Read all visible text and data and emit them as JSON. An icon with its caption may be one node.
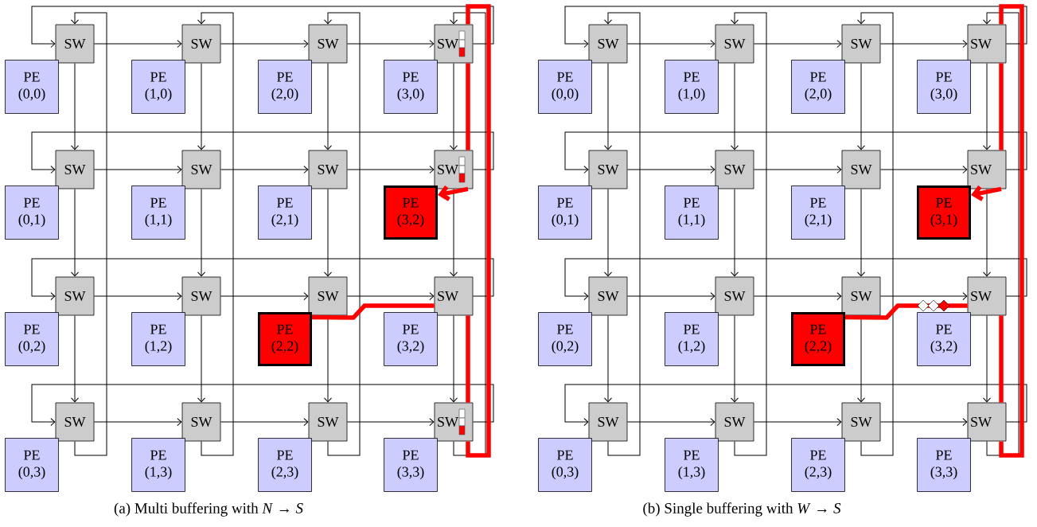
{
  "diagram": {
    "nodes": [
      {
        "text": [
          "SW"
        ]
      },
      {
        "text": [
          "SW"
        ]
      },
      {
        "text": [
          "SW"
        ]
      },
      {
        "text": [
          "SW"
        ]
      },
      {
        "text": [
          "PE (0,0)"
        ]
      },
      {
        "text": [
          "PE (1,0)"
        ]
      },
      {
        "text": [
          "PE (2,0)"
        ]
      },
      {
        "text": [
          "PE (3,0)"
        ]
      },
      {
        "text": [
          "SW"
        ]
      },
      {
        "text": [
          "SW"
        ]
      },
      {
        "text": [
          "SW"
        ]
      },
      {
        "text": [
          "SW"
        ]
      },
      {
        "text": [
          "PE (0,1)"
        ]
      },
      {
        "text": [
          "PE (1,1)"
        ]
      },
      {
        "text": [
          "PE (2,1)"
        ]
      },
      {
        "text": [
          "PE (3,2)"
        ]
      },
      {
        "text": [
          "SW"
        ]
      },
      {
        "text": [
          "SW"
        ]
      },
      {
        "text": [
          "SW"
        ]
      },
      {
        "text": [
          "SW"
        ]
      },
      {
        "text": [
          "PE (0,2)"
        ]
      },
      {
        "text": [
          "PE (1,2)"
        ]
      },
      {
        "text": [
          "PE (2,2)"
        ]
      },
      {
        "text": [
          "PE (3,2)"
        ]
      },
      {
        "text": [
          "SW"
        ]
      },
      {
        "text": [
          "SW"
        ]
      },
      {
        "text": [
          "SW"
        ]
      },
      {
        "text": [
          "SW"
        ]
      },
      {
        "text": [
          "PE (0,3)"
        ]
      },
      {
        "text": [
          "PE (1,3)"
        ]
      },
      {
        "text": [
          "PE (2,3)"
        ]
      },
      {
        "text": [
          "PE (3,3)"
        ]
      },
      {
        "text": [
          "SW"
        ]
      },
      {
        "text": [
          "SW"
        ]
      },
      {
        "text": [
          "SW"
        ]
      },
      {
        "text": [
          "SW"
        ]
      },
      {
        "text": [
          "PE (0,0)"
        ]
      },
      {
        "text": [
          "PE (1,0)"
        ]
      },
      {
        "text": [
          "PE (2,0)"
        ]
      },
      {
        "text": [
          "PE (3,0)"
        ]
      },
      {
        "text": [
          "SW"
        ]
      },
      {
        "text": [
          "SW"
        ]
      },
      {
        "text": [
          "SW"
        ]
      },
      {
        "text": [
          "SW"
        ]
      },
      {
        "text": [
          "PE (0,1)"
        ]
      },
      {
        "text": [
          "PE (1,1)"
        ]
      },
      {
        "text": [
          "PE (2,1)"
        ]
      },
      {
        "text": [
          "PE (3,1)"
        ]
      },
      {
        "text": [
          "SW"
        ]
      },
      {
        "text": [
          "SW"
        ]
      },
      {
        "text": [
          "SW"
        ]
      },
      {
        "text": [
          "SW"
        ]
      },
      {
        "text": [
          "PE (0,2)"
        ]
      },
      {
        "text": [
          "PE (1,2)"
        ]
      },
      {
        "text": [
          "PE (2,2)"
        ]
      },
      {
        "text": [
          "PE (3,2)"
        ]
      },
      {
        "text": [
          "SW"
        ]
      },
      {
        "text": [
          "SW"
        ]
      },
      {
        "text": [
          "SW"
        ]
      },
      {
        "text": [
          "SW"
        ]
      },
      {
        "text": [
          "PE (0,3)"
        ]
      },
      {
        "text": [
          "PE (1,3)"
        ]
      },
      {
        "text": [
          "PE (2,3)"
        ]
      },
      {
        "text": [
          "PE (3,3)"
        ]
      }
    ],
    "edges": [
      {
        "from": 0,
        "to": 1,
        "arrow": "to"
      },
      {
        "from": 1,
        "to": 2,
        "arrow": "to"
      },
      {
        "from": 2,
        "to": 3,
        "arrow": "to"
      },
      {
        "from": 3,
        "to": 0,
        "arrow": "to"
      },
      {
        "from": 8,
        "to": 9,
        "arrow": "to"
      },
      {
        "from": 9,
        "to": 10,
        "arrow": "to"
      },
      {
        "from": 10,
        "to": 11,
        "arrow": "to"
      },
      {
        "from": 11,
        "to": 8,
        "arrow": "to"
      },
      {
        "from": 16,
        "to": 17,
        "arrow": "to"
      },
      {
        "from": 17,
        "to": 18,
        "arrow": "to"
      },
      {
        "from": 18,
        "to": 19,
        "arrow": "to"
      },
      {
        "from": 19,
        "to": 16,
        "arrow": "to"
      },
      {
        "from": 24,
        "to": 25,
        "arrow": "to"
      },
      {
        "from": 25,
        "to": 26,
        "arrow": "to"
      },
      {
        "from": 26,
        "to": 27,
        "arrow": "to"
      },
      {
        "from": 27,
        "to": 24,
        "arrow": "to"
      },
      {
        "from": 0,
        "to": 8,
        "arrow": "to"
      },
      {
        "from": 8,
        "to": 16,
        "arrow": "to"
      },
      {
        "from": 16,
        "to": 24,
        "arrow": "to"
      },
      {
        "from": 24,
        "to": 0,
        "arrow": "to"
      },
      {
        "from": 1,
        "to": 9,
        "arrow": "to"
      },
      {
        "from": 9,
        "to": 17,
        "arrow": "to"
      },
      {
        "from": 17,
        "to": 25,
        "arrow": "to"
      },
      {
        "from": 25,
        "to": 1,
        "arrow": "to"
      },
      {
        "from": 2,
        "to": 10,
        "arrow": "to"
      },
      {
        "from": 10,
        "to": 18,
        "arrow": "to"
      },
      {
        "from": 18,
        "to": 26,
        "arrow": "to"
      },
      {
        "from": 26,
        "to": 2,
        "arrow": "to"
      },
      {
        "from": 3,
        "to": 11,
        "arrow": "to"
      },
      {
        "from": 11,
        "to": 19,
        "arrow": "to"
      },
      {
        "from": 19,
        "to": 27,
        "arrow": "to"
      },
      {
        "from": 27,
        "to": 3,
        "arrow": "to"
      },
      {
        "from": 22,
        "to": 19,
        "arrow": "none",
        "style": "thick",
        "color": "#ff0000"
      },
      {
        "from": 19,
        "to": 27,
        "arrow": "none",
        "style": "thick",
        "color": "#ff0000"
      },
      {
        "from": 27,
        "to": 3,
        "arrow": "none",
        "style": "thick",
        "color": "#ff0000"
      },
      {
        "from": 3,
        "to": 11,
        "arrow": "none",
        "style": "thick",
        "color": "#ff0000"
      },
      {
        "from": 11,
        "to": 15,
        "arrow": "to",
        "style": "thick",
        "color": "#ff0000"
      },
      {
        "from": 32,
        "to": 33,
        "arrow": "to"
      },
      {
        "from": 33,
        "to": 34,
        "arrow": "to"
      },
      {
        "from": 34,
        "to": 35,
        "arrow": "to"
      },
      {
        "from": 35,
        "to": 32,
        "arrow": "to"
      },
      {
        "from": 40,
        "to": 41,
        "arrow": "to"
      },
      {
        "from": 41,
        "to": 42,
        "arrow": "to"
      },
      {
        "from": 42,
        "to": 43,
        "arrow": "to"
      },
      {
        "from": 43,
        "to": 40,
        "arrow": "to"
      },
      {
        "from": 48,
        "to": 49,
        "arrow": "to"
      },
      {
        "from": 49,
        "to": 50,
        "arrow": "to"
      },
      {
        "from": 50,
        "to": 51,
        "arrow": "to"
      },
      {
        "from": 51,
        "to": 48,
        "arrow": "to"
      },
      {
        "from": 56,
        "to": 57,
        "arrow": "to"
      },
      {
        "from": 57,
        "to": 58,
        "arrow": "to"
      },
      {
        "from": 58,
        "to": 59,
        "arrow": "to"
      },
      {
        "from": 59,
        "to": 56,
        "arrow": "to"
      },
      {
        "from": 32,
        "to": 40,
        "arrow": "to"
      },
      {
        "from": 40,
        "to": 48,
        "arrow": "to"
      },
      {
        "from": 48,
        "to": 56,
        "arrow": "to"
      },
      {
        "from": 56,
        "to": 32,
        "arrow": "to"
      },
      {
        "from": 33,
        "to": 41,
        "arrow": "to"
      },
      {
        "from": 41,
        "to": 49,
        "arrow": "to"
      },
      {
        "from": 49,
        "to": 57,
        "arrow": "to"
      },
      {
        "from": 57,
        "to": 33,
        "arrow": "to"
      },
      {
        "from": 34,
        "to": 42,
        "arrow": "to"
      },
      {
        "from": 42,
        "to": 50,
        "arrow": "to"
      },
      {
        "from": 50,
        "to": 58,
        "arrow": "to"
      },
      {
        "from": 58,
        "to": 34,
        "arrow": "to"
      },
      {
        "from": 35,
        "to": 43,
        "arrow": "to"
      },
      {
        "from": 43,
        "to": 51,
        "arrow": "to"
      },
      {
        "from": 51,
        "to": 59,
        "arrow": "to"
      },
      {
        "from": 59,
        "to": 35,
        "arrow": "to"
      },
      {
        "from": 54,
        "to": 51,
        "arrow": "none",
        "style": "thick",
        "color": "#ff0000"
      },
      {
        "from": 51,
        "to": 59,
        "arrow": "none",
        "style": "thick",
        "color": "#ff0000"
      },
      {
        "from": 59,
        "to": 35,
        "arrow": "none",
        "style": "thick",
        "color": "#ff0000"
      },
      {
        "from": 35,
        "to": 43,
        "arrow": "none",
        "style": "thick",
        "color": "#ff0000"
      },
      {
        "from": 43,
        "to": 47,
        "arrow": "to",
        "style": "thick",
        "color": "#ff0000"
      }
    ],
    "labels": [
      "(a) Multi buffering with *N* → *S*",
      "(b) Single buffering with *W* → *S*"
    ]
  }
}
